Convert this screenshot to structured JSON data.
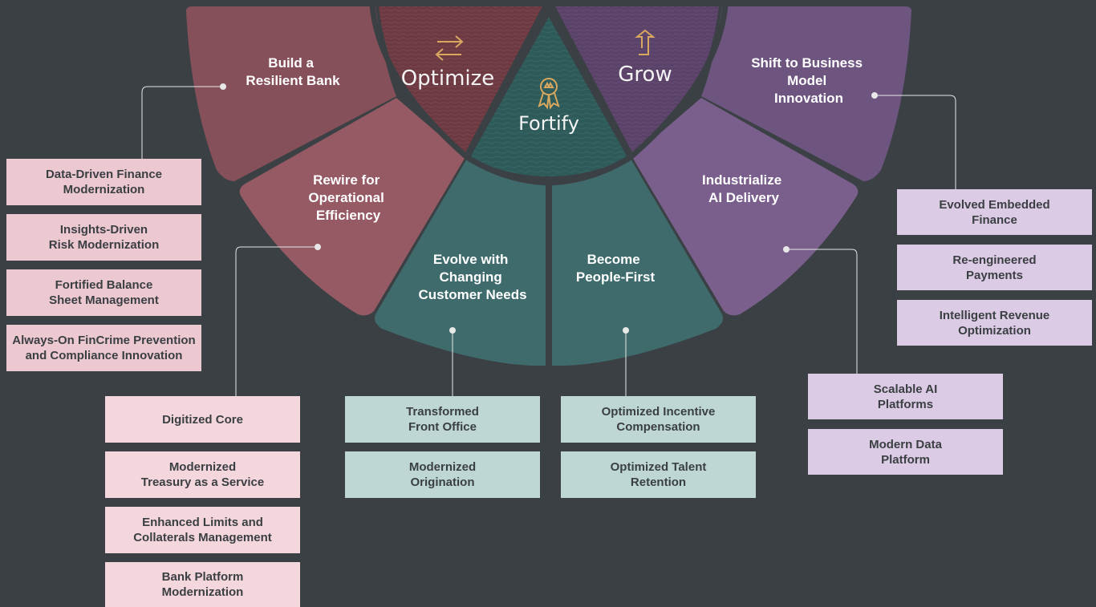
{
  "core": {
    "optimize": "Optimize",
    "grow": "Grow",
    "fortify": "Fortify"
  },
  "segments": {
    "resilient": [
      "Build a",
      "Resilient Bank"
    ],
    "rewire": [
      "Rewire for",
      "Operational",
      "Efficiency"
    ],
    "evolve": [
      "Evolve with",
      "Changing",
      "Customer Needs"
    ],
    "people": [
      "Become",
      "People-First"
    ],
    "industrialize": [
      "Industrialize",
      "AI Delivery"
    ],
    "shift": [
      "Shift to Business",
      "Model",
      "Innovation"
    ]
  },
  "boxes": {
    "resilient": [
      "Data-Driven Finance\nModernization",
      "Insights-Driven\nRisk Modernization",
      "Fortified Balance\nSheet Management",
      "Always-On FinCrime Prevention\nand Compliance Innovation"
    ],
    "rewire": [
      "Digitized Core",
      "Modernized\nTreasury as a Service",
      "Enhanced Limits and\nCollaterals Management",
      "Bank Platform\nModernization"
    ],
    "evolve": [
      "Transformed\nFront Office",
      "Modernized\nOrigination"
    ],
    "people": [
      "Optimized Incentive\nCompensation",
      "Optimized Talent\nRetention"
    ],
    "industrialize": [
      "Scalable AI\nPlatforms",
      "Modern Data\nPlatform"
    ],
    "shift": [
      "Evolved Embedded\nFinance",
      "Re-engineered\nPayments",
      "Intelligent Revenue\nOptimization"
    ]
  },
  "colors": {
    "background": "#3a4043",
    "red_outer": "#86505a",
    "red_mid": "#955a64",
    "red_inner": "#6d3a42",
    "teal": "#3f6b6d",
    "teal_core": "#2e5a59",
    "purple_outer": "#6d5580",
    "purple_mid": "#7a5f8c",
    "purple_inner": "#5a4268",
    "icon_gold": "#d9a85f"
  }
}
